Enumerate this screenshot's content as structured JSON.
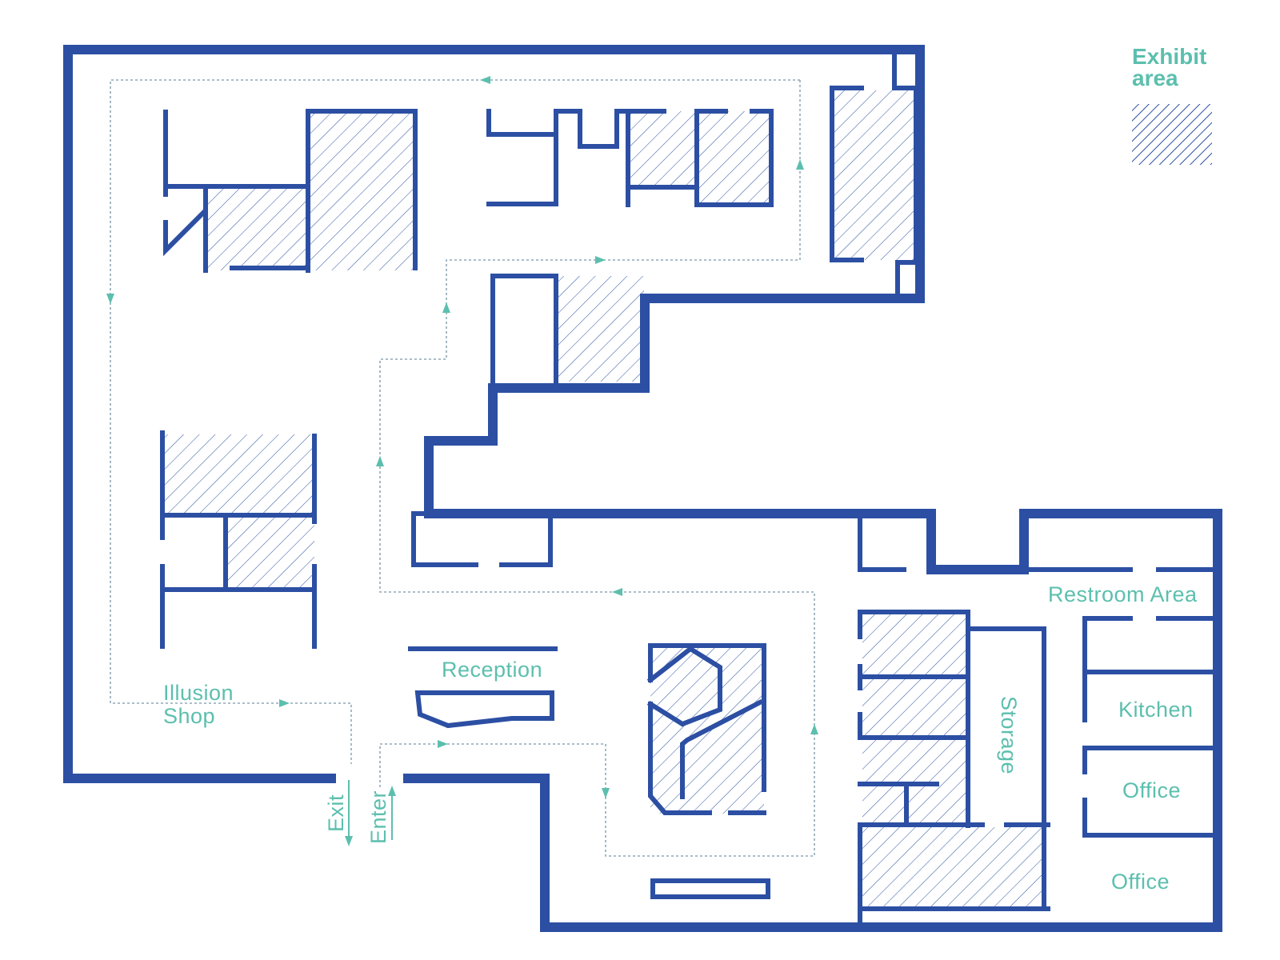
{
  "colors": {
    "wall": "#2c4fa3",
    "label": "#5cbfae",
    "route": "#8fa9b8"
  },
  "legend": {
    "title_line1": "Exhibit",
    "title_line2": "area",
    "swatch_icon": "hatch-swatch"
  },
  "labels": {
    "illusion_line1": "Illusion",
    "illusion_line2": "Shop",
    "reception": "Reception",
    "exit": "Exit",
    "enter": "Enter",
    "restroom": "Restroom Area",
    "storage": "Storage",
    "kitchen": "Kitchen",
    "office_upper": "Office",
    "office_lower": "Office"
  }
}
